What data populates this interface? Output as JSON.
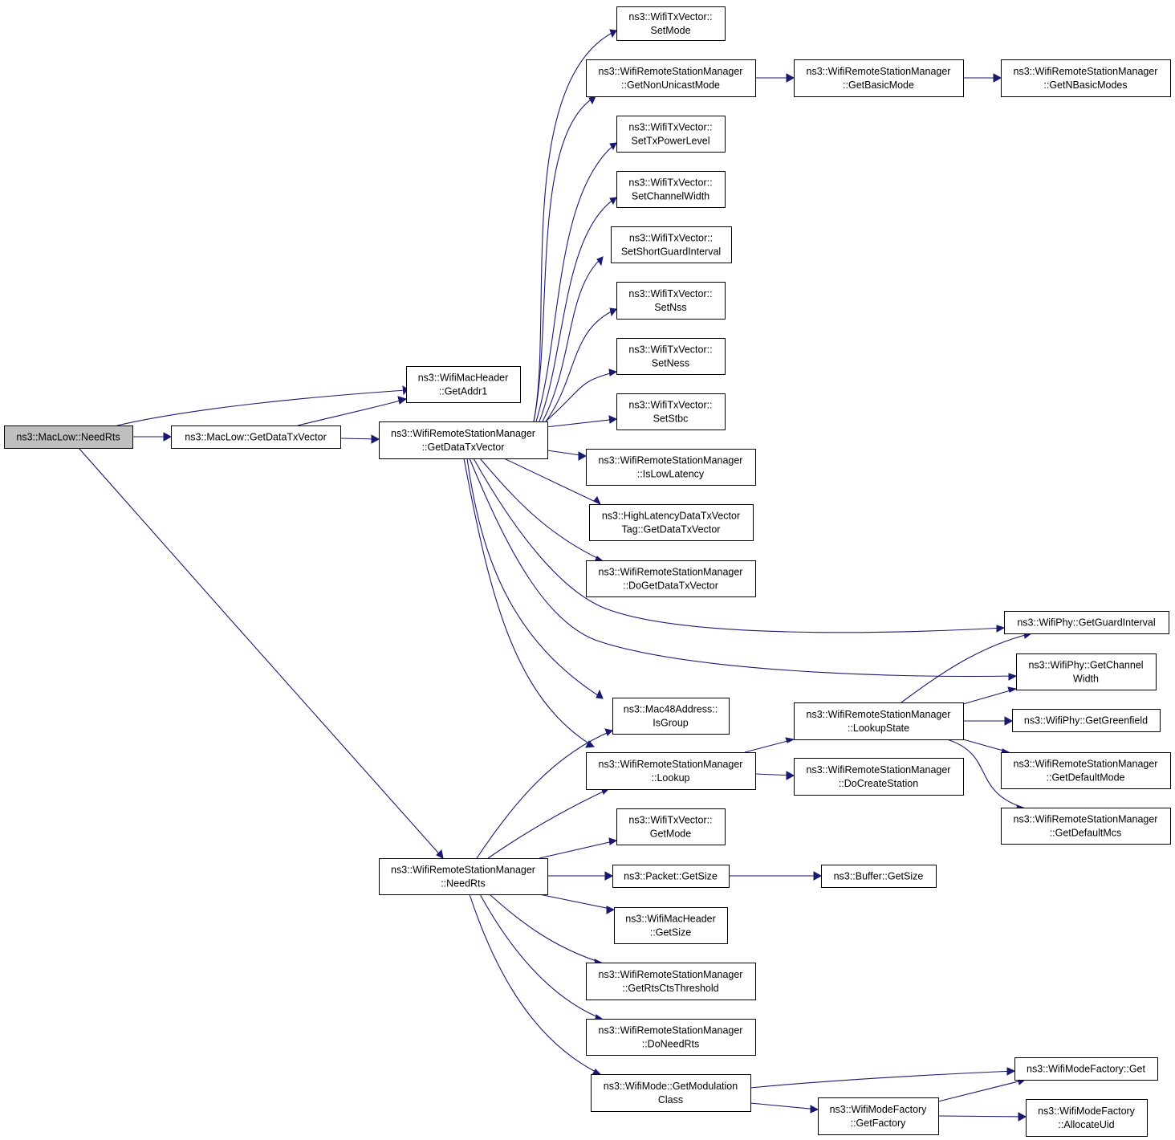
{
  "nodes": {
    "n_root": {
      "lines": [
        "ns3::MacLow::NeedRts"
      ],
      "root": true
    },
    "n_getdtv": {
      "lines": [
        "ns3::MacLow::GetDataTxVector"
      ]
    },
    "n_addr1": {
      "lines": [
        "ns3::WifiMacHeader",
        "::GetAddr1"
      ]
    },
    "n_rsm_gdtv": {
      "lines": [
        "ns3::WifiRemoteStationManager",
        "::GetDataTxVector"
      ]
    },
    "n_rsm_need": {
      "lines": [
        "ns3::WifiRemoteStationManager",
        "::NeedRts"
      ]
    },
    "n_setmode": {
      "lines": [
        "ns3::WifiTxVector::",
        "SetMode"
      ]
    },
    "n_nonuni": {
      "lines": [
        "ns3::WifiRemoteStationManager",
        "::GetNonUnicastMode"
      ]
    },
    "n_basic": {
      "lines": [
        "ns3::WifiRemoteStationManager",
        "::GetBasicMode"
      ]
    },
    "n_nbasic": {
      "lines": [
        "ns3::WifiRemoteStationManager",
        "::GetNBasicModes"
      ]
    },
    "n_txpow": {
      "lines": [
        "ns3::WifiTxVector::",
        "SetTxPowerLevel"
      ]
    },
    "n_chw": {
      "lines": [
        "ns3::WifiTxVector::",
        "SetChannelWidth"
      ]
    },
    "n_sgi": {
      "lines": [
        "ns3::WifiTxVector::",
        "SetShortGuardInterval"
      ]
    },
    "n_nss": {
      "lines": [
        "ns3::WifiTxVector::",
        "SetNss"
      ]
    },
    "n_ness": {
      "lines": [
        "ns3::WifiTxVector::",
        "SetNess"
      ]
    },
    "n_stbc": {
      "lines": [
        "ns3::WifiTxVector::",
        "SetStbc"
      ]
    },
    "n_lowlat": {
      "lines": [
        "ns3::WifiRemoteStationManager",
        "::IsLowLatency"
      ]
    },
    "n_hltag": {
      "lines": [
        "ns3::HighLatencyDataTxVector",
        "Tag::GetDataTxVector"
      ]
    },
    "n_dogdtv": {
      "lines": [
        "ns3::WifiRemoteStationManager",
        "::DoGetDataTxVector"
      ]
    },
    "n_gi": {
      "lines": [
        "ns3::WifiPhy::GetGuardInterval"
      ]
    },
    "n_phychw": {
      "lines": [
        "ns3::WifiPhy::GetChannel",
        "Width"
      ]
    },
    "n_isgroup": {
      "lines": [
        "ns3::Mac48Address::",
        "IsGroup"
      ]
    },
    "n_lstate": {
      "lines": [
        "ns3::WifiRemoteStationManager",
        "::LookupState"
      ]
    },
    "n_green": {
      "lines": [
        "ns3::WifiPhy::GetGreenfield"
      ]
    },
    "n_lookup": {
      "lines": [
        "ns3::WifiRemoteStationManager",
        "::Lookup"
      ]
    },
    "n_docreate": {
      "lines": [
        "ns3::WifiRemoteStationManager",
        "::DoCreateStation"
      ]
    },
    "n_defmode": {
      "lines": [
        "ns3::WifiRemoteStationManager",
        "::GetDefaultMode"
      ]
    },
    "n_defmcs": {
      "lines": [
        "ns3::WifiRemoteStationManager",
        "::GetDefaultMcs"
      ]
    },
    "n_getmode": {
      "lines": [
        "ns3::WifiTxVector::",
        "GetMode"
      ]
    },
    "n_pktsize": {
      "lines": [
        "ns3::Packet::GetSize"
      ]
    },
    "n_bufsize": {
      "lines": [
        "ns3::Buffer::GetSize"
      ]
    },
    "n_hdrsize": {
      "lines": [
        "ns3::WifiMacHeader",
        "::GetSize"
      ]
    },
    "n_rtscts": {
      "lines": [
        "ns3::WifiRemoteStationManager",
        "::GetRtsCtsThreshold"
      ]
    },
    "n_doneed": {
      "lines": [
        "ns3::WifiRemoteStationManager",
        "::DoNeedRts"
      ]
    },
    "n_modclass": {
      "lines": [
        "ns3::WifiMode::GetModulation",
        "Class"
      ]
    },
    "n_mfget": {
      "lines": [
        "ns3::WifiModeFactory::Get"
      ]
    },
    "n_mffact": {
      "lines": [
        "ns3::WifiModeFactory",
        "::GetFactory"
      ]
    },
    "n_alloc": {
      "lines": [
        "ns3::WifiModeFactory",
        "::AllocateUid"
      ]
    }
  },
  "edges": [
    {
      "from": "n_root",
      "to": "n_addr1"
    },
    {
      "from": "n_root",
      "to": "n_getdtv"
    },
    {
      "from": "n_root",
      "to": "n_rsm_need"
    },
    {
      "from": "n_getdtv",
      "to": "n_addr1"
    },
    {
      "from": "n_getdtv",
      "to": "n_rsm_gdtv"
    },
    {
      "from": "n_rsm_gdtv",
      "to": "n_setmode"
    },
    {
      "from": "n_rsm_gdtv",
      "to": "n_nonuni"
    },
    {
      "from": "n_rsm_gdtv",
      "to": "n_txpow"
    },
    {
      "from": "n_rsm_gdtv",
      "to": "n_chw"
    },
    {
      "from": "n_rsm_gdtv",
      "to": "n_sgi"
    },
    {
      "from": "n_rsm_gdtv",
      "to": "n_nss"
    },
    {
      "from": "n_rsm_gdtv",
      "to": "n_ness"
    },
    {
      "from": "n_rsm_gdtv",
      "to": "n_stbc"
    },
    {
      "from": "n_rsm_gdtv",
      "to": "n_lowlat"
    },
    {
      "from": "n_rsm_gdtv",
      "to": "n_hltag"
    },
    {
      "from": "n_rsm_gdtv",
      "to": "n_dogdtv"
    },
    {
      "from": "n_rsm_gdtv",
      "to": "n_gi"
    },
    {
      "from": "n_rsm_gdtv",
      "to": "n_phychw"
    },
    {
      "from": "n_rsm_gdtv",
      "to": "n_isgroup"
    },
    {
      "from": "n_rsm_gdtv",
      "to": "n_lookup"
    },
    {
      "from": "n_nonuni",
      "to": "n_basic"
    },
    {
      "from": "n_basic",
      "to": "n_nbasic"
    },
    {
      "from": "n_lookup",
      "to": "n_lstate"
    },
    {
      "from": "n_lookup",
      "to": "n_docreate"
    },
    {
      "from": "n_lstate",
      "to": "n_gi"
    },
    {
      "from": "n_lstate",
      "to": "n_phychw"
    },
    {
      "from": "n_lstate",
      "to": "n_green"
    },
    {
      "from": "n_lstate",
      "to": "n_defmode"
    },
    {
      "from": "n_lstate",
      "to": "n_defmcs"
    },
    {
      "from": "n_rsm_need",
      "to": "n_isgroup"
    },
    {
      "from": "n_rsm_need",
      "to": "n_lookup"
    },
    {
      "from": "n_rsm_need",
      "to": "n_getmode"
    },
    {
      "from": "n_rsm_need",
      "to": "n_pktsize"
    },
    {
      "from": "n_rsm_need",
      "to": "n_hdrsize"
    },
    {
      "from": "n_rsm_need",
      "to": "n_rtscts"
    },
    {
      "from": "n_rsm_need",
      "to": "n_doneed"
    },
    {
      "from": "n_rsm_need",
      "to": "n_modclass"
    },
    {
      "from": "n_pktsize",
      "to": "n_bufsize"
    },
    {
      "from": "n_modclass",
      "to": "n_mfget"
    },
    {
      "from": "n_modclass",
      "to": "n_mffact"
    },
    {
      "from": "n_mffact",
      "to": "n_mfget"
    },
    {
      "from": "n_mffact",
      "to": "n_alloc"
    }
  ]
}
